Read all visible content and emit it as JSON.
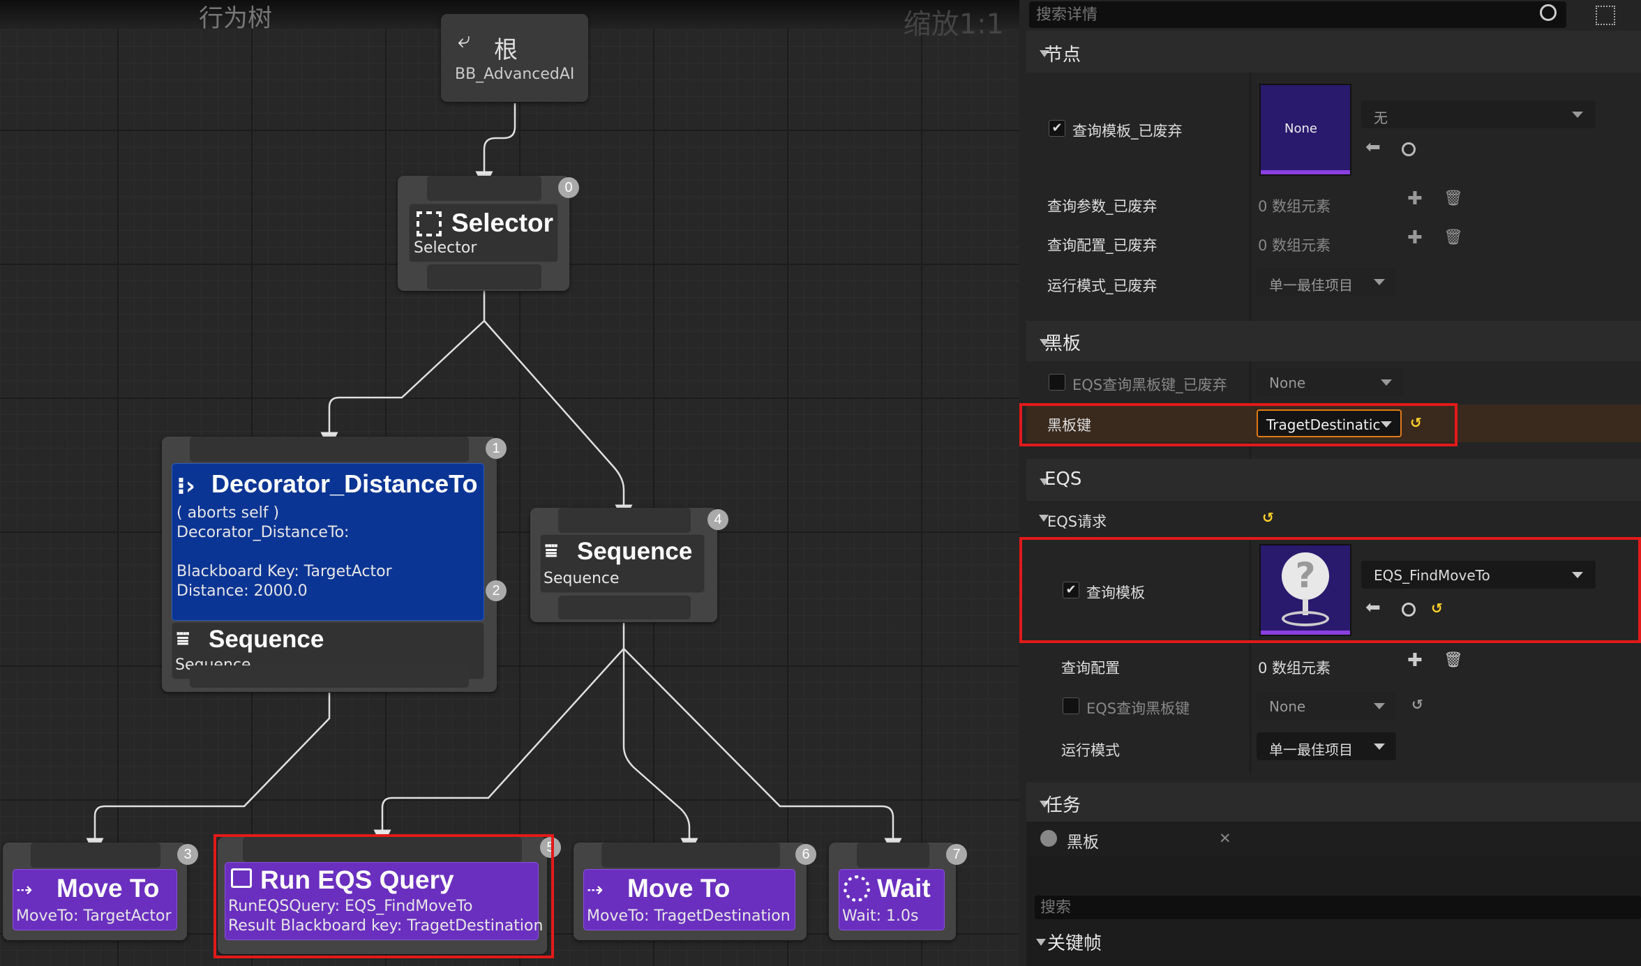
{
  "graph": {
    "title": "行为树",
    "zoom": "缩放1:1",
    "nodes": {
      "root": {
        "title": "根",
        "subtitle": "BB_AdvancedAI"
      },
      "selector": {
        "title": "Selector",
        "subtitle": "Selector",
        "index": "0"
      },
      "decorator": {
        "title": "Decorator_DistanceTo",
        "line1": "( aborts self )",
        "line2": "Decorator_DistanceTo:",
        "line3": "Blackboard Key: TargetActor",
        "line4": "Distance: 2000.0",
        "index": "1",
        "index2": "2"
      },
      "sequence_left": {
        "title": "Sequence",
        "subtitle": "Sequence"
      },
      "sequence_right": {
        "title": "Sequence",
        "subtitle": "Sequence",
        "index": "4"
      },
      "move_to_1": {
        "title": "Move To",
        "subtitle": "MoveTo: TargetActor",
        "index": "3"
      },
      "run_eqs": {
        "title": "Run EQS Query",
        "line1": "RunEQSQuery: EQS_FindMoveTo",
        "line2": "Result Blackboard key: TragetDestination",
        "index": "5"
      },
      "move_to_2": {
        "title": "Move To",
        "subtitle": "MoveTo: TragetDestination",
        "index": "6"
      },
      "wait": {
        "title": "Wait",
        "subtitle": "Wait: 1.0s",
        "index": "7"
      }
    }
  },
  "details": {
    "search_placeholder": "搜索详情",
    "sections": {
      "node": {
        "label": "节点",
        "query_template_deprecated": "查询模板_已废弃",
        "thumb_none": "None",
        "asset_combo": "无",
        "query_params_deprecated": "查询参数_已废弃",
        "query_params_value": "0 数组元素",
        "query_config_deprecated": "查询配置_已废弃",
        "query_config_value": "0 数组元素",
        "run_mode_deprecated": "运行模式_已废弃",
        "run_mode_value": "单一最佳项目"
      },
      "blackboard": {
        "label": "黑板",
        "eqs_key_deprecated": "EQS查询黑板键_已废弃",
        "eqs_key_deprecated_value": "None",
        "bb_key": "黑板键",
        "bb_key_value": "TragetDestinatic"
      },
      "eqs": {
        "label": "EQS",
        "eqs_request": "EQS请求",
        "query_template": "查询模板",
        "query_template_value": "EQS_FindMoveTo",
        "query_config": "查询配置",
        "query_config_value": "0 数组元素",
        "eqs_bb_key": "EQS查询黑板键",
        "eqs_bb_key_value": "None",
        "run_mode": "运行模式",
        "run_mode_value": "单一最佳项目"
      },
      "task": {
        "label": "任务",
        "blackboard_tab": "黑板",
        "close": "✕"
      },
      "keyframe_search_placeholder": "搜索",
      "keyframe": {
        "label": "关键帧"
      }
    }
  },
  "colors": {
    "task_purple": "#6a2fbf",
    "decorator_blue": "#0b3594",
    "highlight_red": "#e21a1a",
    "reset_yellow": "#ffd02a"
  }
}
